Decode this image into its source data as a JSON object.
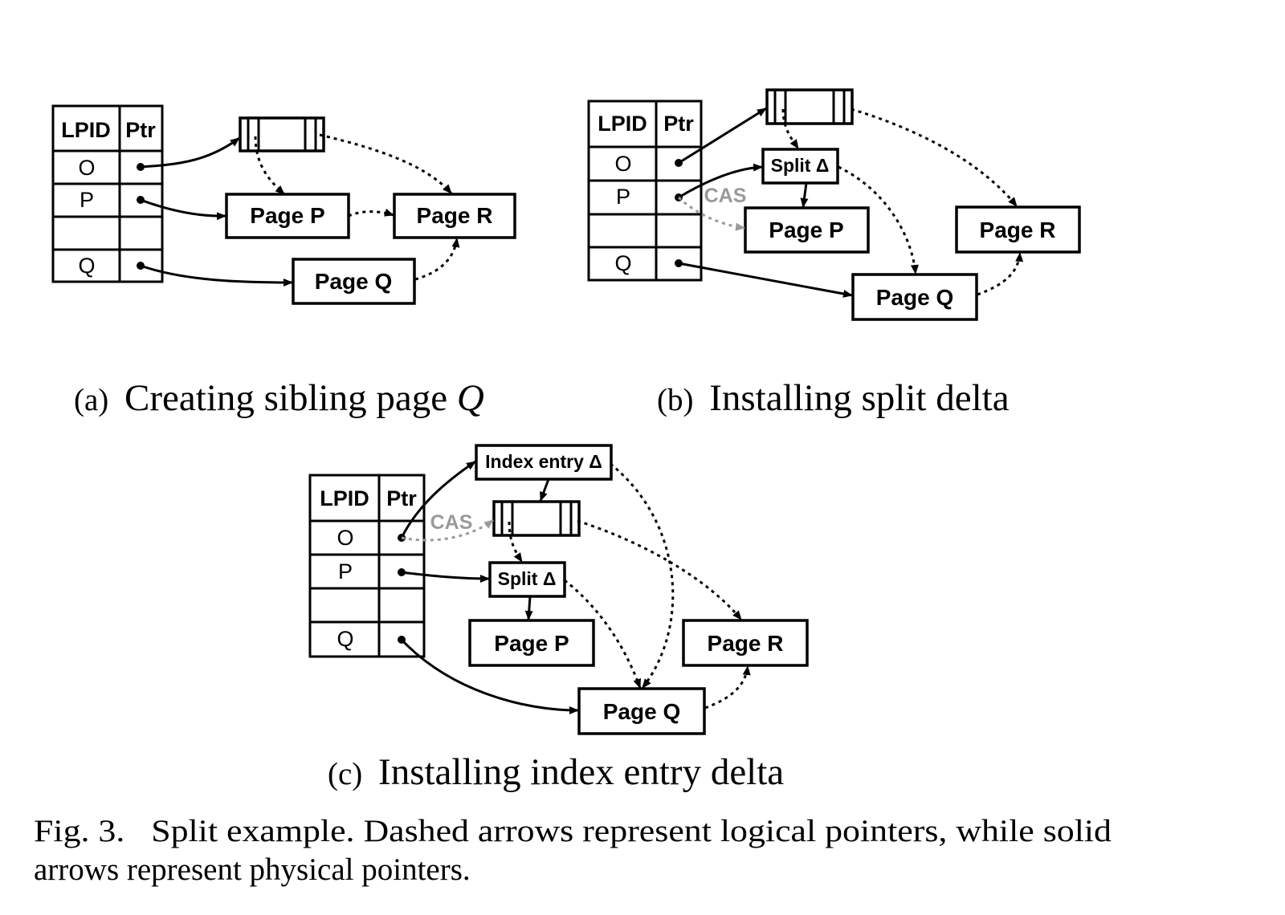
{
  "table": {
    "header_lpid": "LPID",
    "header_ptr": "Ptr",
    "rows": [
      "O",
      "P",
      "",
      "Q"
    ]
  },
  "pages": {
    "p": "Page P",
    "q": "Page Q",
    "r": "Page R"
  },
  "deltas": {
    "split": "Split Δ",
    "index_entry": "Index entry Δ"
  },
  "cas_label": "CAS",
  "subfigures": {
    "a": {
      "tag": "(a)",
      "text": "Creating sibling page ",
      "var": "Q"
    },
    "b": {
      "tag": "(b)",
      "text": "Installing split delta"
    },
    "c": {
      "tag": "(c)",
      "text": "Installing index entry delta"
    }
  },
  "caption": {
    "line1": "Fig. 3.   Split example. Dashed arrows represent logical pointers, while solid",
    "line2": "arrows represent physical pointers."
  },
  "colors": {
    "ink": "#000000",
    "cas": "#9a9a9a",
    "background": "#ffffff"
  }
}
